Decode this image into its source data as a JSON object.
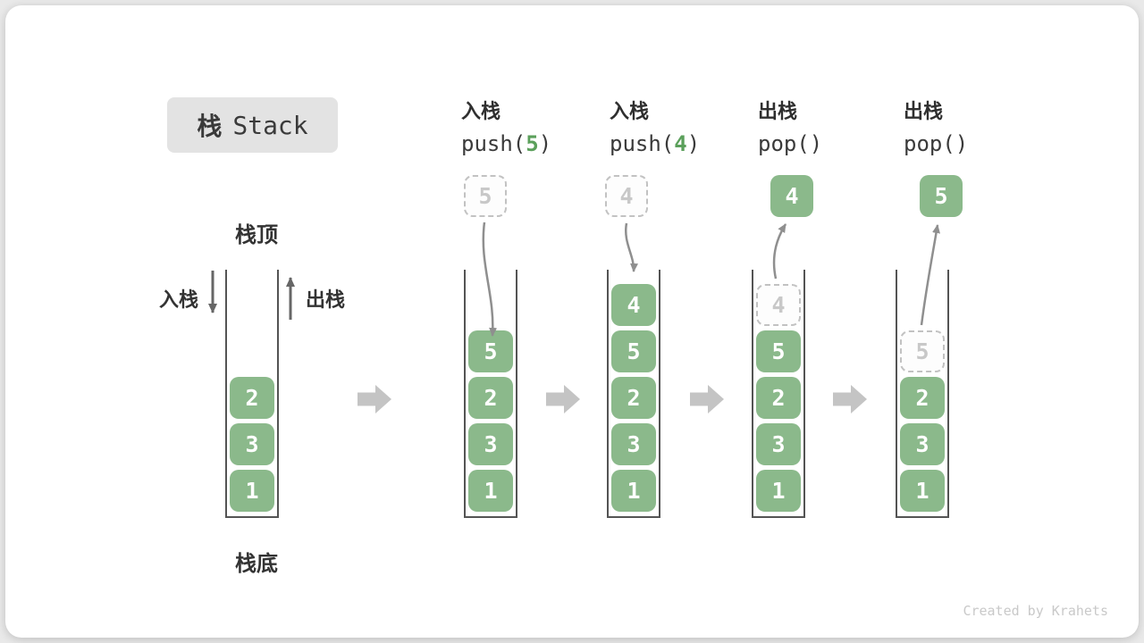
{
  "title": {
    "zh": "栈",
    "en": "Stack"
  },
  "labels": {
    "stack_top": "栈顶",
    "stack_bottom": "栈底",
    "push_side": "入栈",
    "pop_side": "出栈"
  },
  "watermark": "Created by Krahets",
  "colors": {
    "cell_green": "#8bb98b",
    "arg_green": "#5ba05b",
    "dark_text": "#2f2f2f",
    "frame_wall": "#545454",
    "dashed_border": "#c2c2c2",
    "dashed_text": "#c8c8c8",
    "curve_arrow": "#8f8f8f",
    "side_arrow": "#666666",
    "block_arrow": "#c4c4c4",
    "title_bg": "#e3e3e3",
    "watermark_gray": "#c9c9c9"
  },
  "stages": [
    {
      "id": "initial",
      "header": null,
      "floating": null,
      "stack": [
        {
          "v": "1"
        },
        {
          "v": "3"
        },
        {
          "v": "2"
        }
      ]
    },
    {
      "id": "push-5",
      "header": {
        "action": "入栈",
        "fn": "push(",
        "arg": "5",
        "close": ")"
      },
      "floating": {
        "v": "5",
        "style": "dashed"
      },
      "flow": "in",
      "stack": [
        {
          "v": "1"
        },
        {
          "v": "3"
        },
        {
          "v": "2"
        },
        {
          "v": "5"
        }
      ]
    },
    {
      "id": "push-4",
      "header": {
        "action": "入栈",
        "fn": "push(",
        "arg": "4",
        "close": ")"
      },
      "floating": {
        "v": "4",
        "style": "dashed"
      },
      "flow": "in",
      "stack": [
        {
          "v": "1"
        },
        {
          "v": "3"
        },
        {
          "v": "2"
        },
        {
          "v": "5"
        },
        {
          "v": "4"
        }
      ]
    },
    {
      "id": "pop-4",
      "header": {
        "action": "出栈",
        "fn": "pop(",
        "arg": "",
        "close": ")"
      },
      "floating": {
        "v": "4",
        "style": "solid"
      },
      "flow": "out",
      "stack": [
        {
          "v": "1"
        },
        {
          "v": "3"
        },
        {
          "v": "2"
        },
        {
          "v": "5"
        },
        {
          "v": "4",
          "style": "dashed"
        }
      ]
    },
    {
      "id": "pop-5",
      "header": {
        "action": "出栈",
        "fn": "pop(",
        "arg": "",
        "close": ")"
      },
      "floating": {
        "v": "5",
        "style": "solid"
      },
      "flow": "out",
      "stack": [
        {
          "v": "1"
        },
        {
          "v": "3"
        },
        {
          "v": "2"
        },
        {
          "v": "5",
          "style": "dashed"
        }
      ]
    }
  ]
}
